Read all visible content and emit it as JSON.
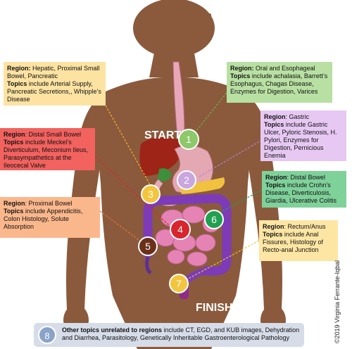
{
  "labels": {
    "start": "START",
    "finish": "FINISH"
  },
  "markers": [
    {
      "num": "1",
      "color": "#8dc86a"
    },
    {
      "num": "2",
      "color": "#c9a6e0"
    },
    {
      "num": "3",
      "color": "#f3c53e"
    },
    {
      "num": "4",
      "color": "#d7262d"
    },
    {
      "num": "5",
      "color": "#6b3019"
    },
    {
      "num": "6",
      "color": "#21a050"
    },
    {
      "num": "7",
      "color": "#f3c53e"
    }
  ],
  "boxes": {
    "hepatic": {
      "region_label": "Region:",
      "region": "Hepatic, Proximal Small Bowel, Pancreatic",
      "topics_label": "Topics",
      "topics": "include Arterial Supply, Pancreatic Secretions,, Whipple’s Disease",
      "color": "#fde3a2"
    },
    "oral": {
      "region_label": "Region:",
      "region": "Oral and Esophageal",
      "topics_label": "Topics",
      "topics": "include achalasia, Barrett’s Esophagus, Chagas Disease, Enzymes for Digestion, Varices",
      "color": "#b9e0a3"
    },
    "gastric": {
      "region_label": "Region",
      "region": ": Gastric",
      "topics_label": "Topics",
      "topics": "include Gastric Ulcer, Pyloric Stenosis, H. Pylori, Enzymes for Digestion, Pernicious Enemia",
      "color": "#e6c8f3"
    },
    "distal_small": {
      "region_label": "Region",
      "region": ": Distal Small Bowel",
      "topics_label": "Topics",
      "topics": "include Meckel’s Diverticulum, Meconium Ileus, Parasympathetics at the Ileocecal Valve",
      "color": "#f2625e"
    },
    "distal_bowel": {
      "region_label": "Region",
      "region": ": Distal Bowel",
      "topics_label": "Topics",
      "topics": "include Crohn’s Disease, Diverticulosis, Giardia, Ulcerative Colitis",
      "color": "#7fd19a"
    },
    "proximal_bowel": {
      "region_label": "Region",
      "region": ": Proximal Bowel",
      "topics_label": "Topics",
      "topics": "include Appendicitis, Colon Histology, Solute Absorption",
      "color": "#fbb78c"
    },
    "rectum": {
      "region_label": "Region",
      "region": ": Rectum/Anus",
      "topics_label": "Topics",
      "topics": "include Anal Fissures, Histology of Recto-anal Junction",
      "color": "#fde6a4"
    }
  },
  "bottom": {
    "badge": "8",
    "bold": "Other topics unrelated to regions",
    "text": " include CT, EGD, and KUB images, Dehydration and Diarrhea, Parasitology, Genetically Inheritable Gastroenterological Pathology"
  },
  "copyright": "©2019 Virginia Ferrante-Iqbal"
}
